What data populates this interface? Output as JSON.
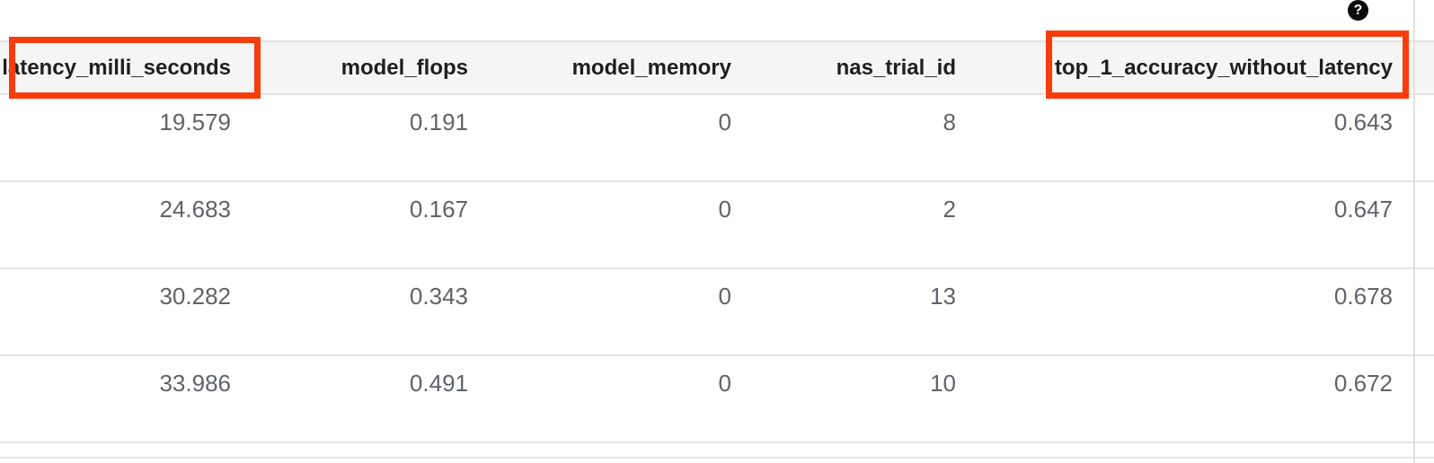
{
  "help": {
    "glyph": "?"
  },
  "table": {
    "columns": [
      {
        "label": "latency_milli_seconds",
        "highlighted": true
      },
      {
        "label": "model_flops",
        "highlighted": false
      },
      {
        "label": "model_memory",
        "highlighted": false
      },
      {
        "label": "nas_trial_id",
        "highlighted": false
      },
      {
        "label": "top_1_accuracy_without_latency",
        "highlighted": true
      }
    ],
    "rows": [
      {
        "cells": [
          "19.579",
          "0.191",
          "0",
          "8",
          "0.643"
        ]
      },
      {
        "cells": [
          "24.683",
          "0.167",
          "0",
          "2",
          "0.647"
        ]
      },
      {
        "cells": [
          "30.282",
          "0.343",
          "0",
          "13",
          "0.678"
        ]
      },
      {
        "cells": [
          "33.986",
          "0.491",
          "0",
          "10",
          "0.672"
        ]
      }
    ]
  },
  "colors": {
    "highlight": "#F83C0C",
    "header_bg": "#F5F5F5",
    "row_border": "#E3E3E3",
    "header_text": "#1F1F1F",
    "cell_text": "#5F6368",
    "help_icon_bg": "#0B0B0B"
  }
}
